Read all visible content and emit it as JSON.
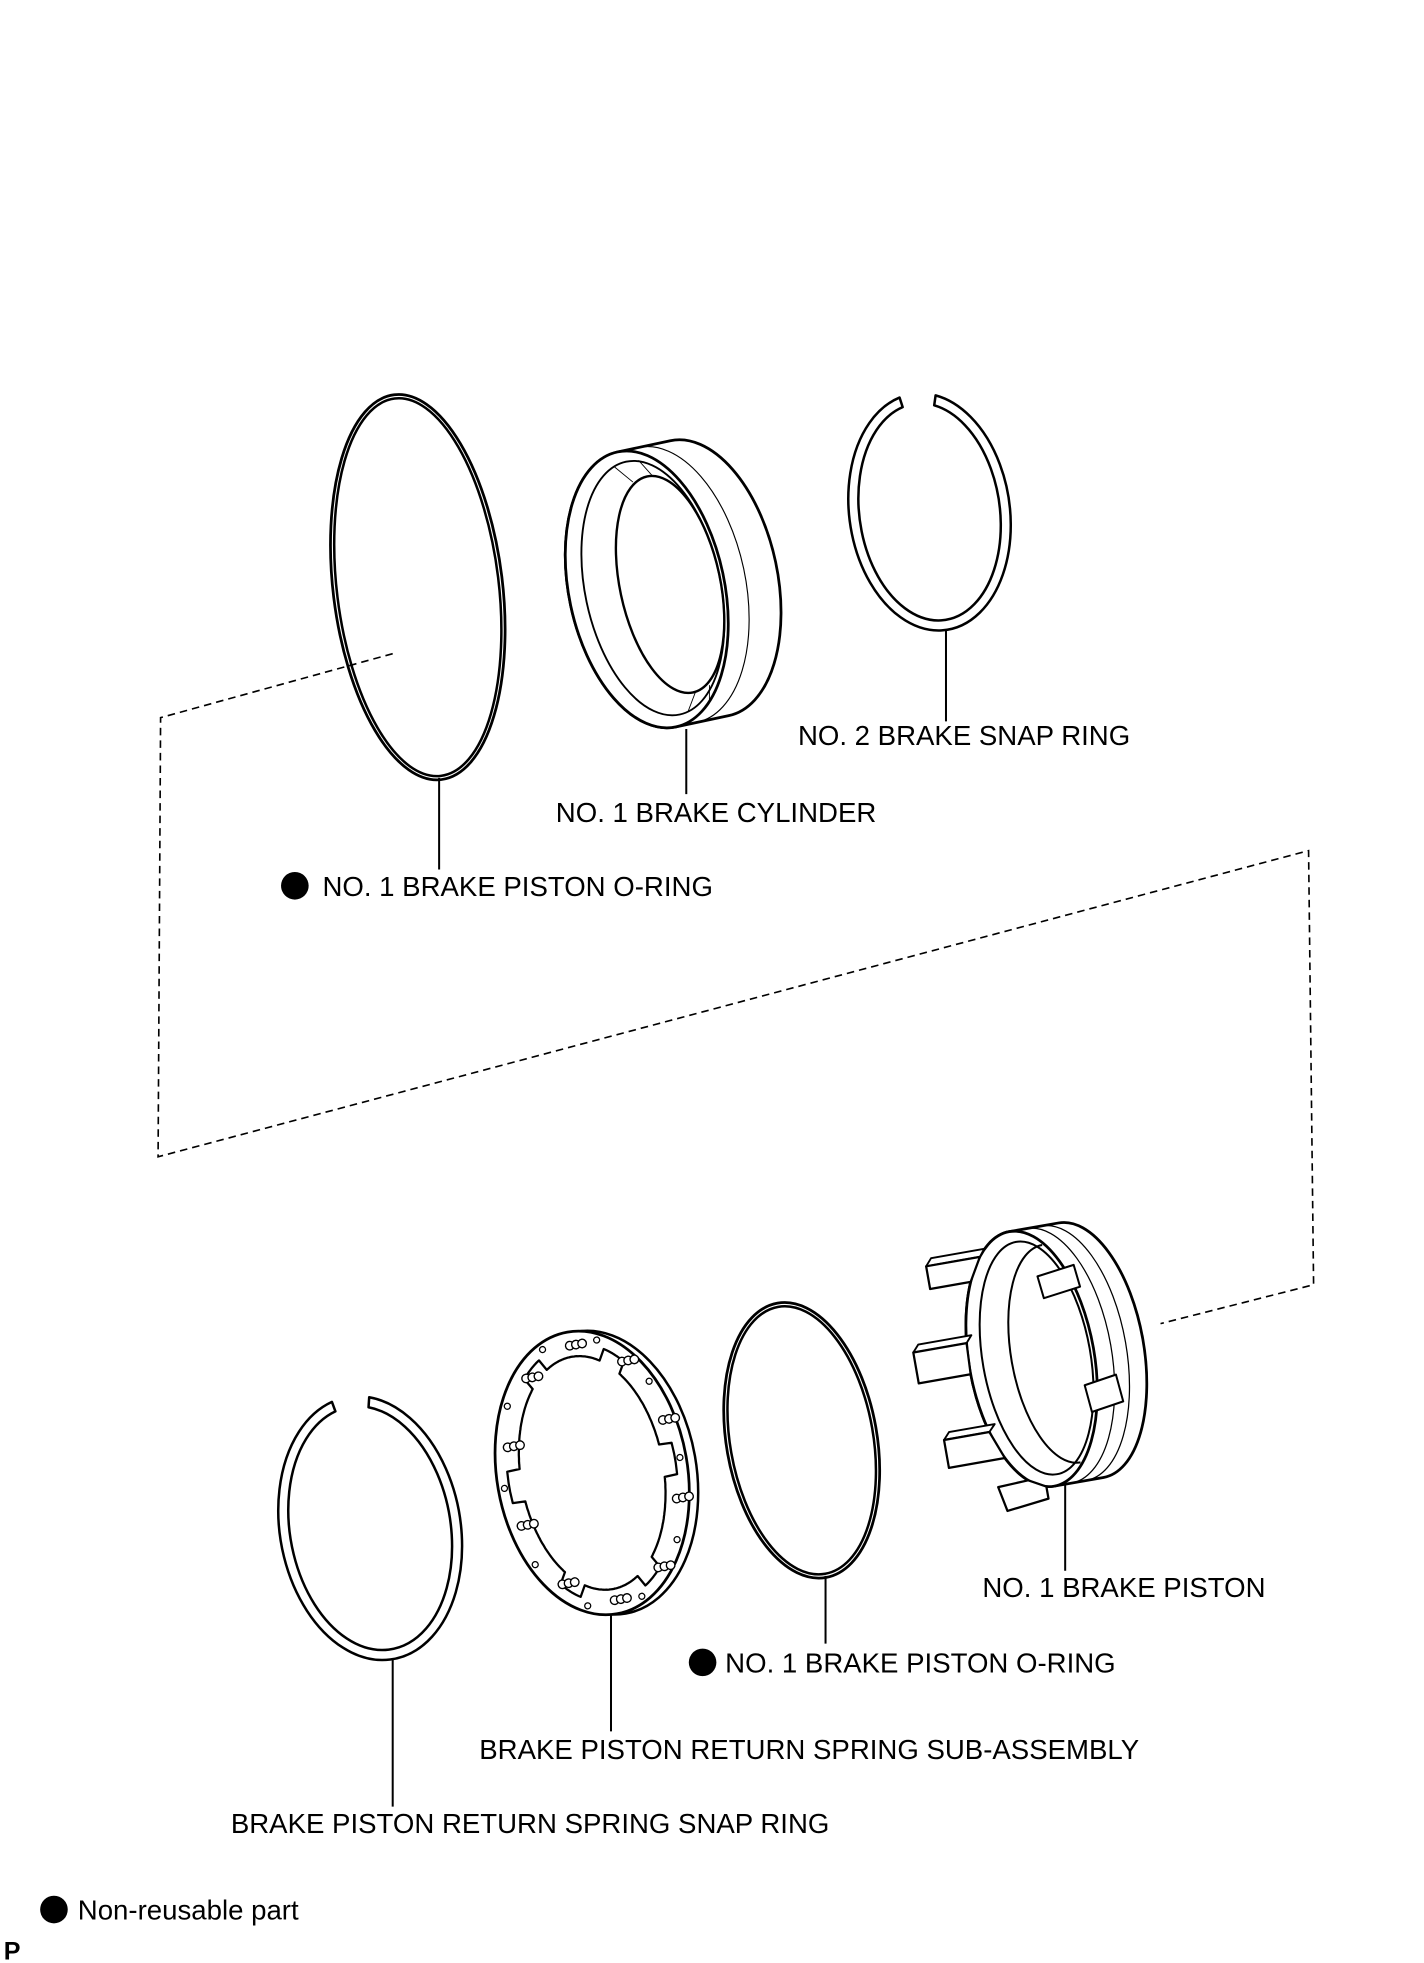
{
  "parts": [
    {
      "label": "NO. 2 BRAKE SNAP RING",
      "non_reusable": false
    },
    {
      "label": "NO. 1 BRAKE CYLINDER",
      "non_reusable": false
    },
    {
      "label": "NO. 1 BRAKE PISTON O-RING",
      "non_reusable": true
    },
    {
      "label": "NO. 1 BRAKE PISTON",
      "non_reusable": false
    },
    {
      "label": "NO. 1 BRAKE PISTON O-RING",
      "non_reusable": true
    },
    {
      "label": "BRAKE PISTON RETURN SPRING SUB-ASSEMBLY",
      "non_reusable": false
    },
    {
      "label": "BRAKE PISTON RETURN SPRING SNAP RING",
      "non_reusable": false
    }
  ],
  "legend": {
    "label": "Non-reusable part",
    "symbol": "filled-circle-icon"
  },
  "corner_mark": "P",
  "colors": {
    "ink": "#000000",
    "paper": "#ffffff"
  }
}
